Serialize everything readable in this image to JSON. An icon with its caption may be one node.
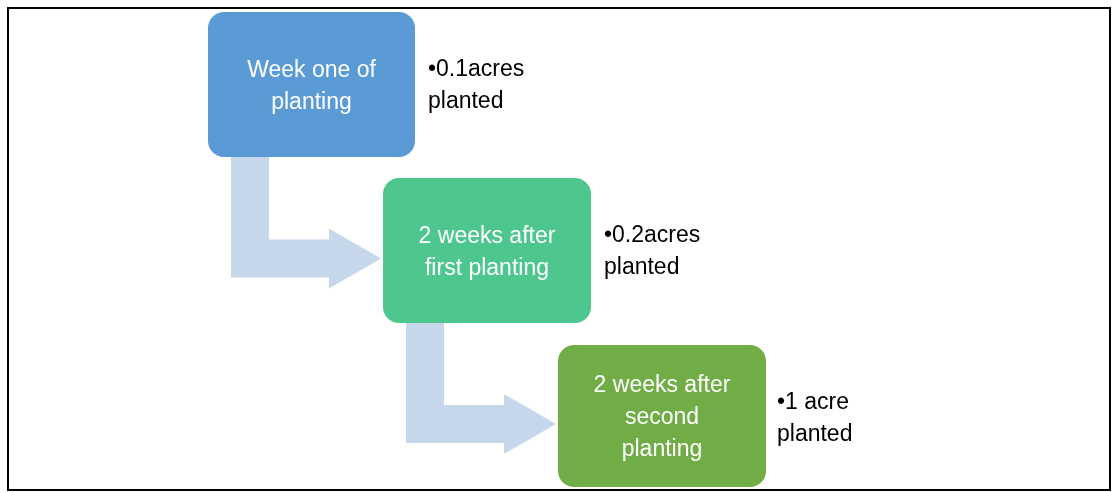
{
  "diagram": {
    "nodes": [
      {
        "text": [
          "Week one of planting"
        ],
        "beside": [
          "•0.1acres planted"
        ]
      },
      {
        "text": [
          "2 weeks after first planting"
        ],
        "beside": [
          "•0.2acres planted"
        ]
      },
      {
        "text": [
          "2 weeks after second planting"
        ],
        "beside": [
          "•1 acre planted"
        ]
      }
    ],
    "edges": [
      {
        "from": 0,
        "to": 1,
        "arrow": "to"
      },
      {
        "from": 1,
        "to": 2,
        "arrow": "to"
      }
    ]
  }
}
